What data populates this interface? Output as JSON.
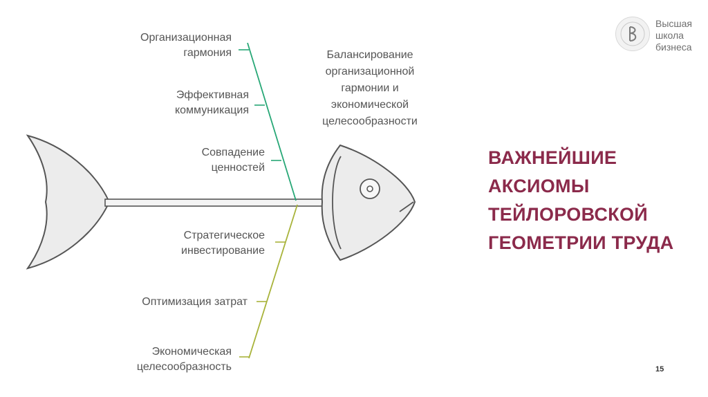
{
  "logo": {
    "text": "Высшая\nшкола\nбизнеса"
  },
  "fishbone": {
    "head_text": "Балансирование\nорганизационной\nгармонии и\nэкономической\nцелесообразности",
    "top_causes": [
      "Организационная\nгармония",
      "Эффективная\nкоммуникация",
      "Совпадение\nценностей"
    ],
    "bottom_causes": [
      "Стратегическое\nинвестирование",
      "Оптимизация затрат",
      "Экономическая\nцелесообразность"
    ],
    "colors": {
      "top_bone": "#27a776",
      "bottom_bone": "#a8b33a",
      "fish_fill": "#ececec",
      "fish_stroke": "#555555"
    }
  },
  "title": "ВАЖНЕЙШИЕ\nАКСИОМЫ\nТЕЙЛОРОВСКОЙ\nГЕОМЕТРИИ ТРУДА",
  "page_number": "15",
  "colors": {
    "title": "#8b2a4b"
  }
}
